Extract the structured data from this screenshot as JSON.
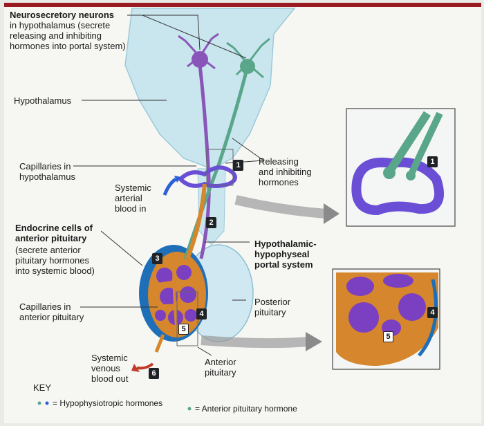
{
  "labels": {
    "neurons": "Neurosecretory neurons\nin hypothalamus (secrete\nreleasing and inhibiting\nhormones into portal system)",
    "hypothalamus": "Hypothalamus",
    "cap_hypo": "Capillaries in\nhypothalamus",
    "systemic_arterial": "Systemic\narterial\nblood in",
    "releasing": "Releasing\nand inhibiting\nhormones",
    "endocrine_title": "Endocrine cells of\nanterior pituitary",
    "endocrine_sub": "(secrete anterior\npituitary hormones\ninto systemic blood)",
    "portal": "Hypothalamic-\nhypophyseal\nportal system",
    "posterior": "Posterior\npituitary",
    "cap_ant": "Capillaries in\nanterior pituitary",
    "venous": "Systemic\nvenous\nblood out",
    "anterior": "Anterior\npituitary"
  },
  "badges": {
    "b1": "1",
    "b2": "2",
    "b3": "3",
    "b4": "4",
    "b5": "5",
    "b6": "6",
    "z1": "1",
    "z4": "4",
    "z5": "5"
  },
  "key": {
    "title": "KEY",
    "item1": "= Hypophysiotropic hormones",
    "item2": "= Anterior pituitary hormone"
  },
  "colors": {
    "hypothalamus": "#c9e6ef",
    "neuron_purple": "#8a55b8",
    "neuron_green": "#5aa68a",
    "capillary": "#6a4fd6",
    "pituitary_blue": "#1f6fb8",
    "portal_orange": "#d6862c",
    "endocrine_purple": "#7b3fc2"
  }
}
